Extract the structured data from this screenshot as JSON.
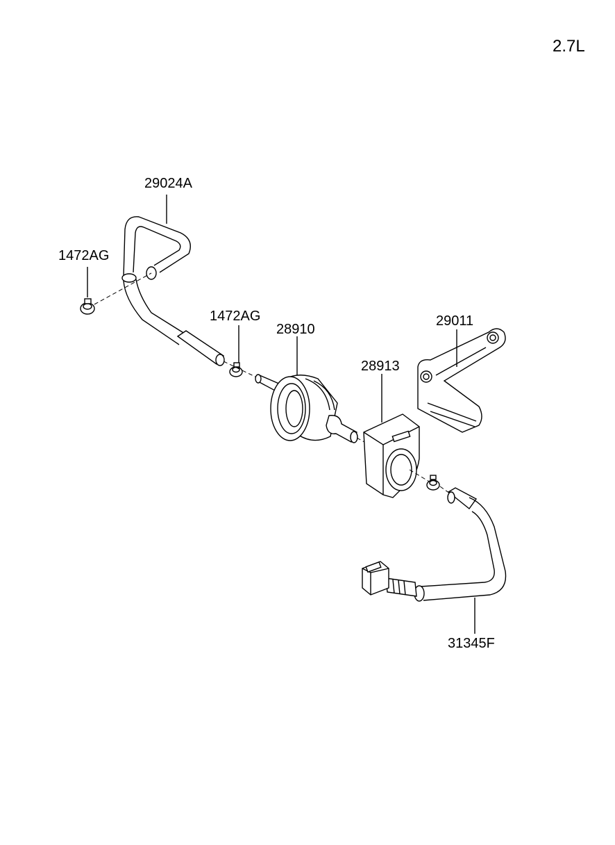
{
  "engine": "2.7L",
  "parts": {
    "hose_upper": "29024A",
    "clamp_left": "1472AG",
    "clamp_mid": "1472AG",
    "canister_filter": "28910",
    "bracket": "29011",
    "filter_holder": "28913",
    "hose_lower": "31345F"
  }
}
